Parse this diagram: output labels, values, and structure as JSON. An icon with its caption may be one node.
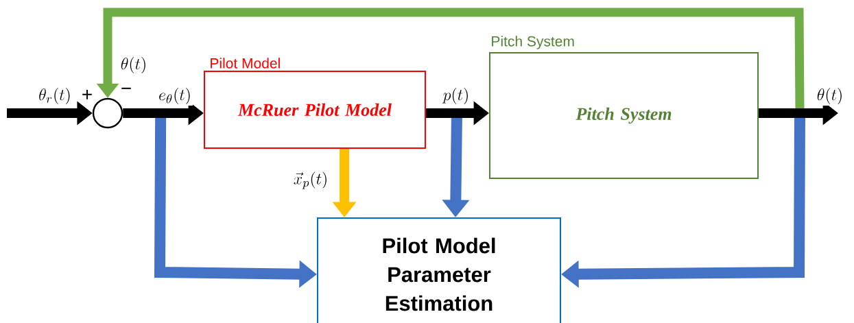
{
  "diagram": {
    "nodes": [
      {
        "text": [],
        "shape": "circle",
        "beside": [
          "+",
          "−"
        ]
      },
      {
        "text": [
          "Pilot Model",
          "McRuer Pilot Model"
        ]
      },
      {
        "text": [
          "Pitch System",
          "Pitch System"
        ]
      },
      {
        "text": [
          "Pilot Model Parameter Estimation"
        ]
      }
    ],
    "edges": [
      {
        "from": null,
        "to": 0,
        "arrow": "to",
        "label": "\\theta_r(t)"
      },
      {
        "from": 0,
        "to": 1,
        "arrow": "to",
        "label": "e_\\theta(t)"
      },
      {
        "from": 1,
        "to": 2,
        "arrow": "to",
        "label": "p(t)"
      },
      {
        "from": 2,
        "to": null,
        "arrow": "to",
        "label": "\\theta(t)"
      },
      {
        "from": 2,
        "to": 0,
        "arrow": "to",
        "label": "\\theta(t)",
        "color": "#70ad47"
      },
      {
        "from": 1,
        "to": 3,
        "arrow": "to",
        "label": "\\vec{x}_p(t)",
        "color": "#ffc000"
      },
      {
        "from": 0,
        "to": 3,
        "arrow": "to",
        "color": "#4472c4"
      },
      {
        "from": 1,
        "to": 3,
        "arrow": "to",
        "color": "#4472c4"
      },
      {
        "from": 2,
        "to": 3,
        "arrow": "to",
        "color": "#4472c4"
      }
    ]
  }
}
